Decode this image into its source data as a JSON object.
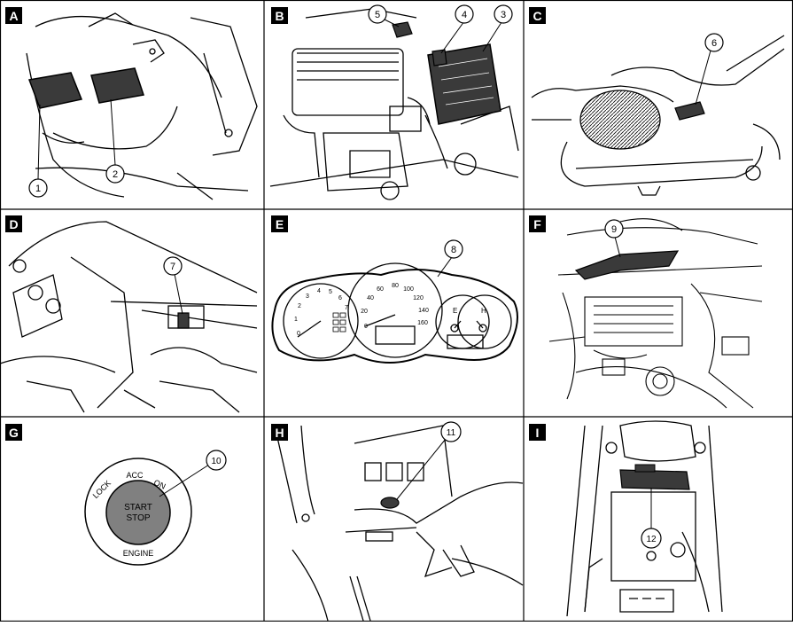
{
  "panels": [
    {
      "letter": "A",
      "callouts": [
        "1",
        "2"
      ]
    },
    {
      "letter": "B",
      "callouts": [
        "3",
        "4",
        "5"
      ]
    },
    {
      "letter": "C",
      "callouts": [
        "6"
      ]
    },
    {
      "letter": "D",
      "callouts": [
        "7"
      ]
    },
    {
      "letter": "E",
      "callouts": [
        "8"
      ]
    },
    {
      "letter": "F",
      "callouts": [
        "9"
      ]
    },
    {
      "letter": "G",
      "callouts": [
        "10"
      ]
    },
    {
      "letter": "H",
      "callouts": [
        "11"
      ]
    },
    {
      "letter": "I",
      "callouts": [
        "12"
      ]
    }
  ],
  "button": {
    "line1": "START",
    "line2": "STOP",
    "lock": "LOCK",
    "acc": "ACC",
    "on": "ON",
    "engine": "ENGINE"
  },
  "gauges": {
    "speed_ticks": [
      "0",
      "20",
      "40",
      "60",
      "80",
      "100",
      "120",
      "140",
      "160"
    ],
    "tach_ticks": [
      "0",
      "1",
      "2",
      "3",
      "4",
      "5",
      "6",
      "7"
    ],
    "fuel_low": "E",
    "temp_high": "H"
  },
  "colors": {
    "line": "#000000",
    "shade": "#3a3a3a",
    "button_fill": "#808080",
    "label_bg": "#000000"
  }
}
